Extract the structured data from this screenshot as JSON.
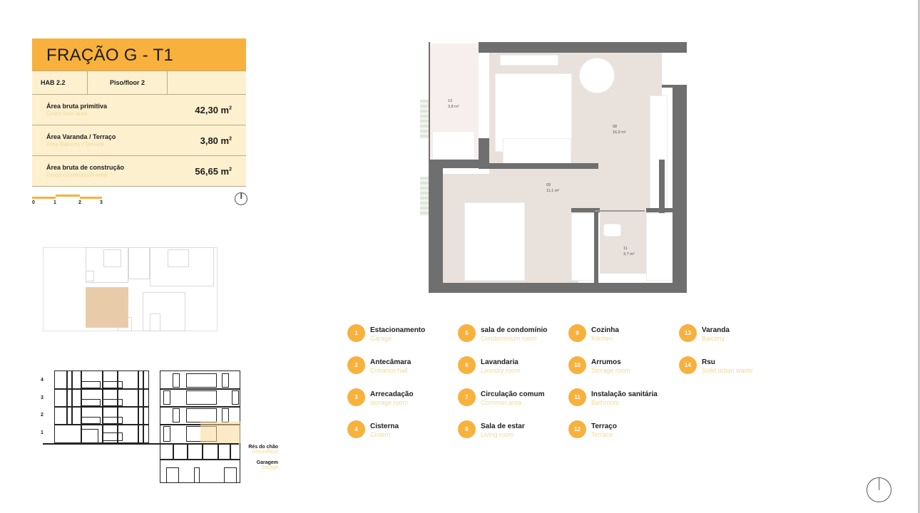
{
  "unit": {
    "title": "FRAÇÃO G - T1",
    "hab": "HAB 2.2",
    "floor": "Piso/floor 2",
    "areas": [
      {
        "label_pt": "Área bruta primitiva",
        "label_en": "Gross floor area",
        "value": "42,30 m",
        "unit_sup": "2"
      },
      {
        "label_pt": "Área Varanda / Terraço",
        "label_en": "Area Balcony / Terrace",
        "value": "3,80 m",
        "unit_sup": "2"
      },
      {
        "label_pt": "Área bruta de construção",
        "label_en": "Gross construction area",
        "value": "56,65 m",
        "unit_sup": "2"
      }
    ]
  },
  "scale_bar": {
    "ticks": [
      "0",
      "1",
      "2",
      "3"
    ]
  },
  "icons": {
    "north_arrow": "north-arrow-icon"
  },
  "colors": {
    "accent": "#f8b13c",
    "card_bg": "#fdf0cf",
    "wall": "#6f6f6f",
    "room_fill": "#e8e1dc",
    "highlight": "#e8ccaa"
  },
  "floor_plan": {
    "rooms": [
      {
        "id": "13",
        "area": "3,8 m²"
      },
      {
        "id": "08",
        "area": "16,9 m²"
      },
      {
        "id": "09",
        "area": "11,1 m²"
      },
      {
        "id": "11",
        "area": "3,7 m²"
      }
    ]
  },
  "elevation": {
    "levels": [
      "4",
      "3",
      "2",
      "1"
    ],
    "ground_label_pt": "Rés do chão",
    "ground_label_en": "Groundfloor",
    "garage_label_pt": "Garagem",
    "garage_label_en": "Garage"
  },
  "legend": [
    {
      "num": "1",
      "pt": "Estacionamento",
      "en": "Garage"
    },
    {
      "num": "2",
      "pt": "Antecâmara",
      "en": "Entrance hall"
    },
    {
      "num": "3",
      "pt": "Arrecadação",
      "en": "storage room"
    },
    {
      "num": "4",
      "pt": "Cisterna",
      "en": "Cistern"
    },
    {
      "num": "5",
      "pt": "sala de condomínio",
      "en": "Condominium room"
    },
    {
      "num": "6",
      "pt": "Lavandaria",
      "en": "Laundry room"
    },
    {
      "num": "7",
      "pt": "Circulação comum",
      "en": "Common area"
    },
    {
      "num": "8",
      "pt": "Sala de estar",
      "en": "Living room"
    },
    {
      "num": "9",
      "pt": "Cozinha",
      "en": "Kitchen"
    },
    {
      "num": "10",
      "pt": "Arrumos",
      "en": "Storage room"
    },
    {
      "num": "11",
      "pt": "Instalação sanitária",
      "en": "Bathroom"
    },
    {
      "num": "12",
      "pt": "Terraço",
      "en": "Terrace"
    },
    {
      "num": "13",
      "pt": "Varanda",
      "en": "Balcony"
    },
    {
      "num": "14",
      "pt": "Rsu",
      "en": "Solid urban waste"
    }
  ]
}
